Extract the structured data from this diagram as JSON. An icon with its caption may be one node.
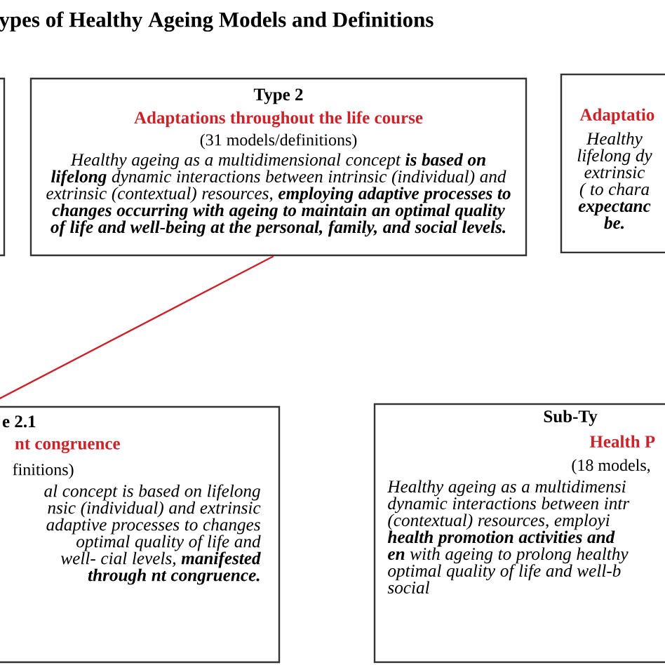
{
  "diagram": {
    "title": "ypes of Healthy Ageing Models and Definitions",
    "nodes": [
      {
        "text": [],
        "shape": "box"
      },
      {
        "text": [
          "Type 2",
          "Adaptations throughout the life course",
          "(31 models/definitions)",
          "Healthy ageing as a multidimensional concept **is based on lifelong** dynamic interactions between intrinsic (individual) and extrinsic (contextual) resources, **employing adaptive processes to changes occurring with ageing to maintain an optimal quality of life and well-being at the personal, family, and social levels.**"
        ]
      },
      {
        "text": [
          "Adaptatio",
          "Healthy lifelong dy extrinsic ( to chara **expectanc be.**"
        ]
      },
      {
        "text": [
          "e 2.1",
          "nt congruence",
          "finitions)",
          "al concept is based on lifelong nsic (individual) and extrinsic adaptive processes to changes optimal quality of life and well- cial levels, **manifested through nt congruence.**"
        ]
      },
      {
        "text": [
          "Sub-Ty",
          "Health P",
          "(18 models,",
          "Healthy ageing as a multidimensi dynamic interactions between intr (contextual) resources, employi **health promotion activities and en** with ageing to prolong healthy optimal quality of life and well-b social"
        ]
      }
    ],
    "edges": [
      {
        "from": 1,
        "to": 3,
        "arrow": "none",
        "color": "#cc2229"
      }
    ]
  }
}
